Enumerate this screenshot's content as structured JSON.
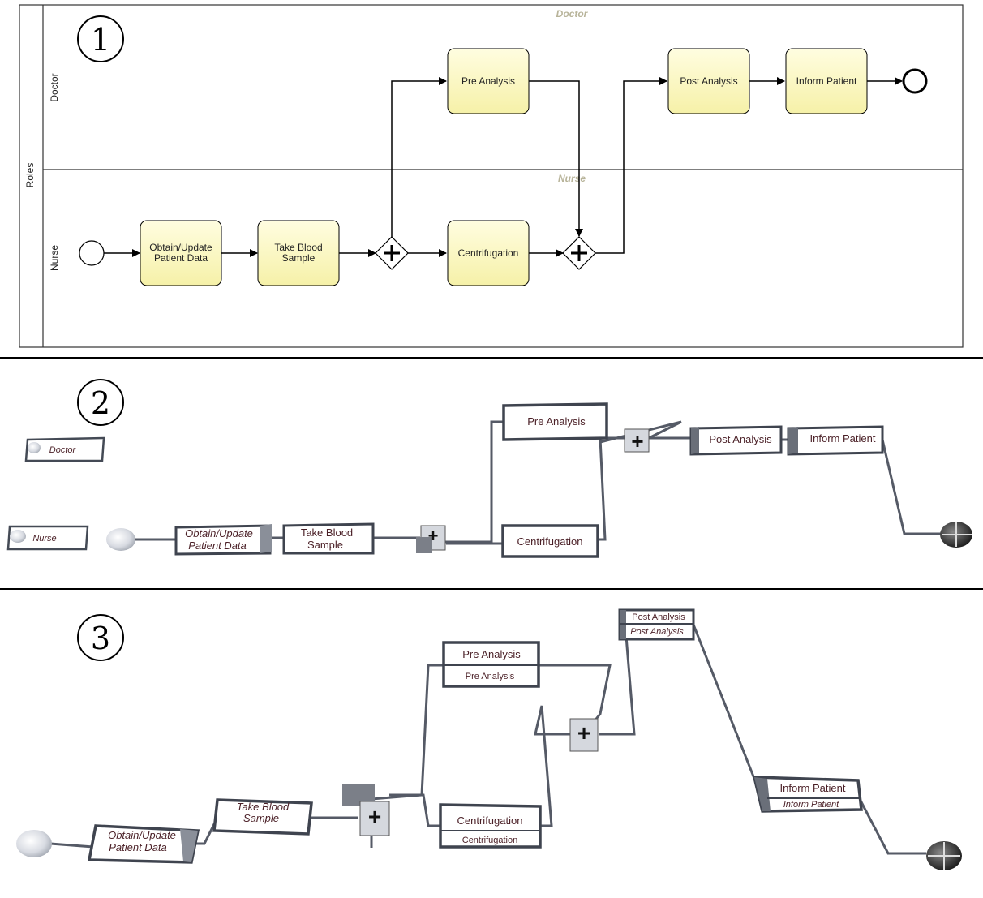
{
  "panels": [
    {
      "number": "1"
    },
    {
      "number": "2"
    },
    {
      "number": "3"
    }
  ],
  "bpmn": {
    "pool_label": "Roles",
    "lanes": [
      {
        "name": "Doctor",
        "ghost_label": "Doctor"
      },
      {
        "name": "Nurse",
        "ghost_label": "Nurse"
      }
    ],
    "tasks": {
      "obtain_line1": "Obtain/Update",
      "obtain_line2": "Patient Data",
      "blood_line1": "Take Blood",
      "blood_line2": "Sample",
      "pre_analysis": "Pre Analysis",
      "centrifugation": "Centrifugation",
      "post_analysis": "Post Analysis",
      "inform_patient": "Inform Patient"
    },
    "gateway_symbol": "+"
  },
  "view2": {
    "roles": [
      "Doctor",
      "Nurse"
    ],
    "obtain_line1": "Obtain/Update",
    "obtain_line2": "Patient Data",
    "blood_line1": "Take Blood",
    "blood_line2": "Sample",
    "pre_analysis": "Pre Analysis",
    "centrifugation": "Centrifugation",
    "post_analysis": "Post Analysis",
    "inform_patient": "Inform Patient"
  },
  "view3": {
    "obtain_line1": "Obtain/Update",
    "obtain_line2": "Patient Data",
    "blood_line1": "Take Blood",
    "blood_line2": "Sample",
    "pre_analysis": "Pre Analysis",
    "centrifugation": "Centrifugation",
    "post_analysis": "Post Analysis",
    "inform_patient": "Inform Patient"
  }
}
